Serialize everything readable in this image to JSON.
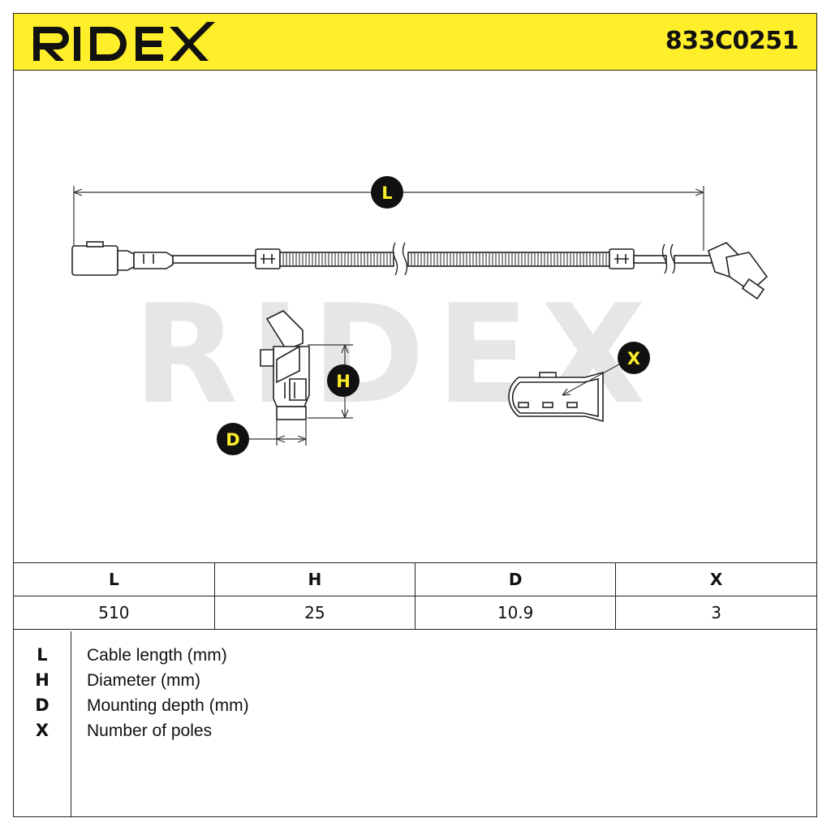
{
  "brand": "RIDEX",
  "watermark": "RIDEX",
  "part_number": "833C0251",
  "callouts": {
    "L": "L",
    "H": "H",
    "D": "D",
    "X": "X"
  },
  "table": {
    "headers": [
      "L",
      "H",
      "D",
      "X"
    ],
    "values": [
      "510",
      "25",
      "10.9",
      "3"
    ]
  },
  "legend": [
    {
      "key": "L",
      "text": "Cable length (mm)"
    },
    {
      "key": "H",
      "text": "Diameter (mm)"
    },
    {
      "key": "D",
      "text": "Mounting depth (mm)"
    },
    {
      "key": "X",
      "text": "Number of poles"
    }
  ],
  "colors": {
    "header_bg": "#ffee2a",
    "callout_bg": "#111111",
    "callout_fg": "#ffee2a",
    "watermark": "#e6e6e6"
  }
}
